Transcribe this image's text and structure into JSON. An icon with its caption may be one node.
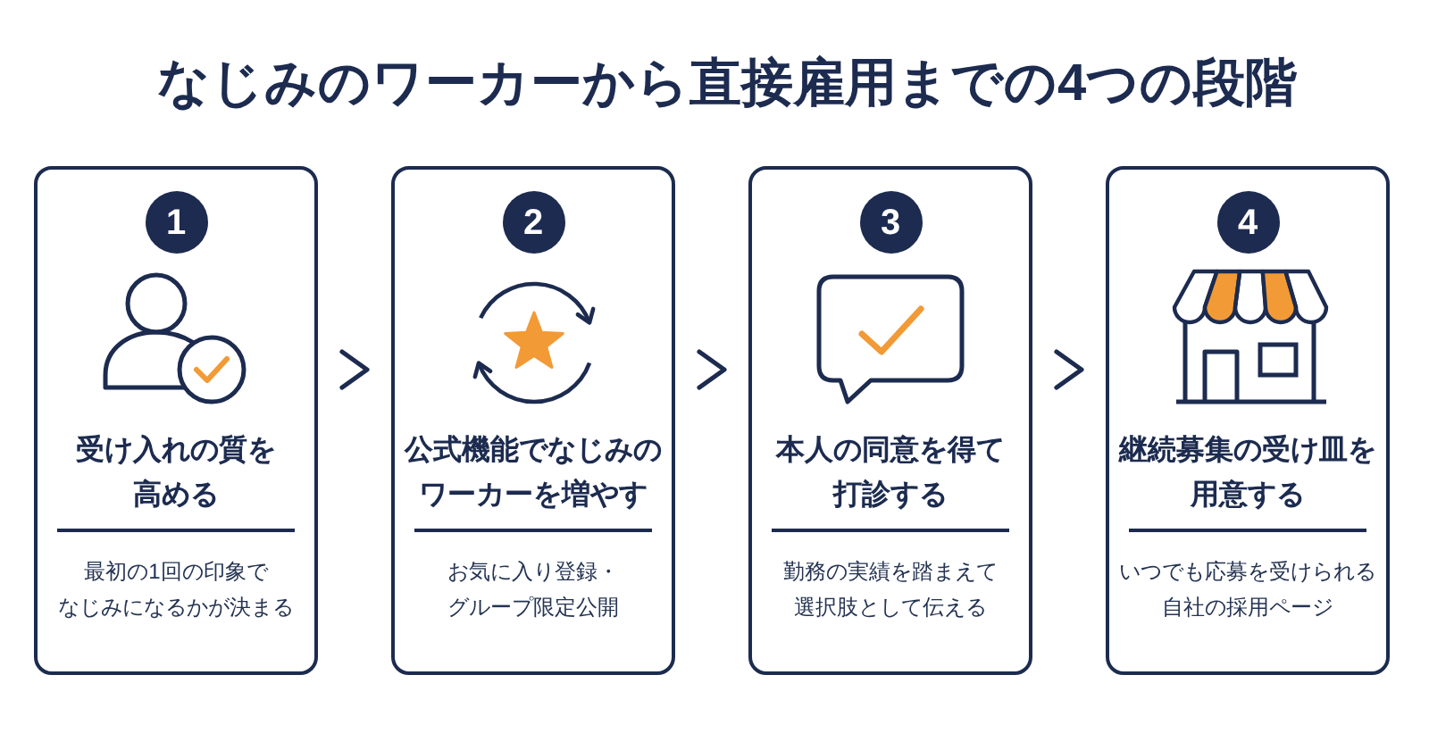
{
  "diagram": {
    "title": "なじみのワーカーから直接雇用までの4つの段階",
    "nodes": [
      {
        "text": [
          "1",
          "受け入れの質を高める",
          "最初の1回の印象でなじみになるかが決まる"
        ]
      },
      {
        "text": [
          "2",
          "公式機能でなじみのワーカーを増やす",
          "お気に入り登録・グループ限定公開"
        ]
      },
      {
        "text": [
          "3",
          "本人の同意を得て打診する",
          "勤務の実績を踏まえて選択肢として伝える"
        ]
      },
      {
        "text": [
          "4",
          "継続募集の受け皿を用意する",
          "いつでも応募を受けられる自社の採用ページ"
        ]
      }
    ],
    "edges": [
      {
        "from": 0,
        "to": 1,
        "arrow": "to"
      },
      {
        "from": 1,
        "to": 2,
        "arrow": "to"
      },
      {
        "from": 2,
        "to": 3,
        "arrow": "to"
      }
    ]
  }
}
